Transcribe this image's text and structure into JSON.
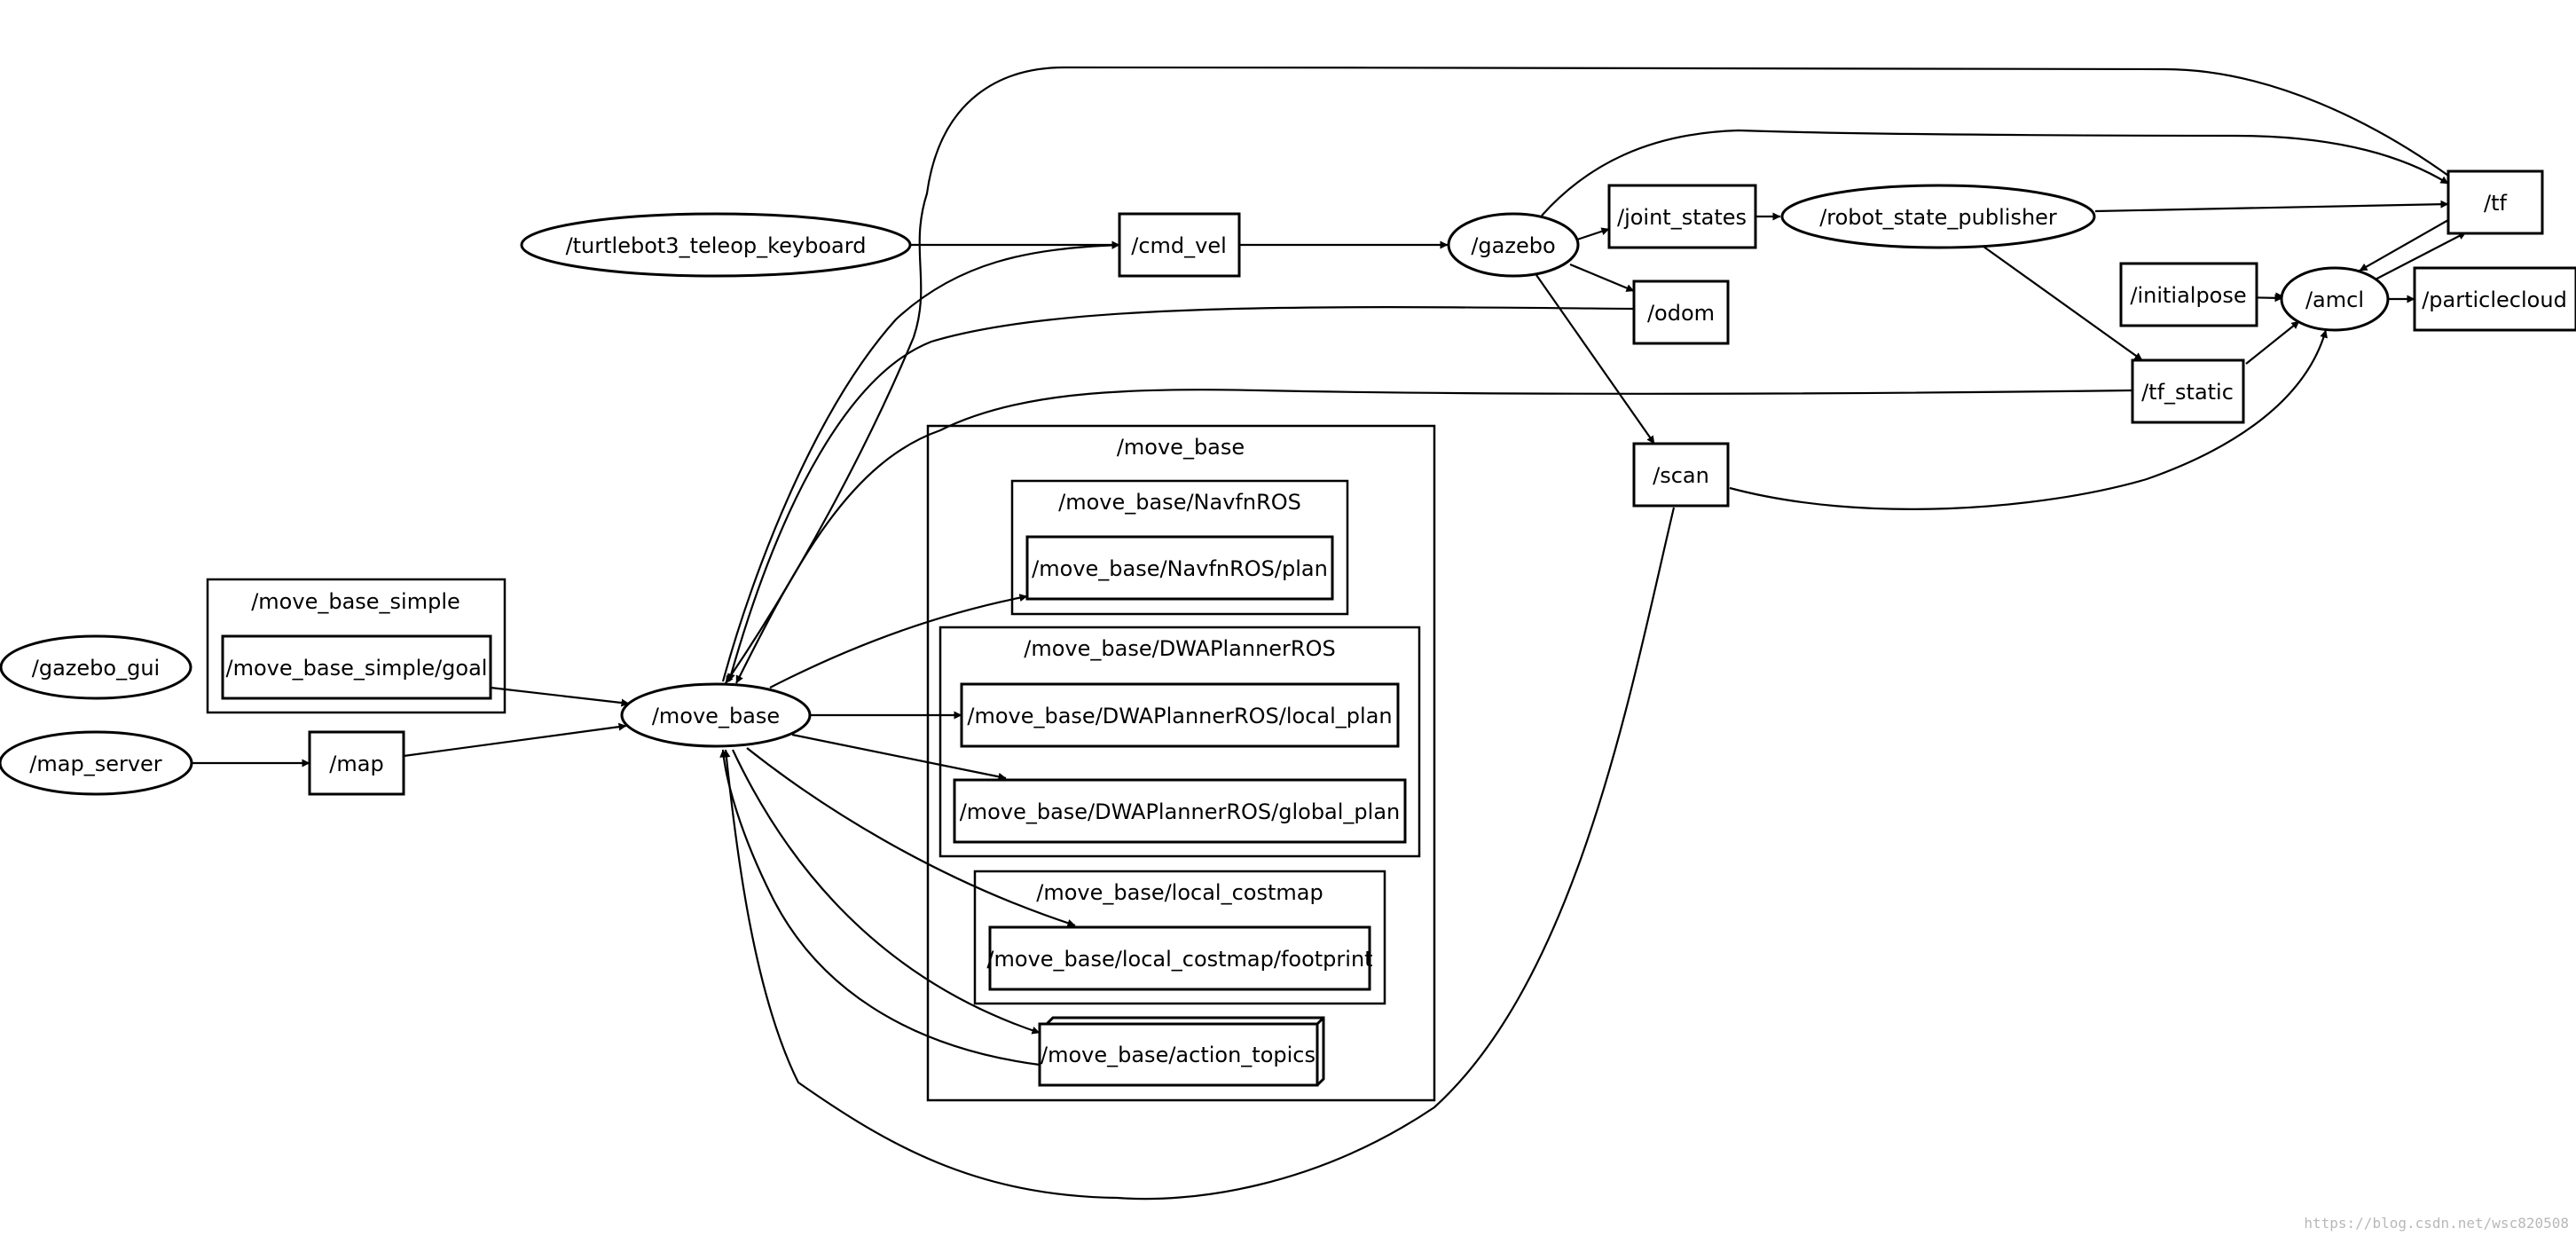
{
  "graph": {
    "nodes": {
      "teleop": "/turtlebot3_teleop_keyboard",
      "cmd_vel": "/cmd_vel",
      "gazebo": "/gazebo",
      "joint_states": "/joint_states",
      "robot_state_publisher": "/robot_state_publisher",
      "tf": "/tf",
      "odom": "/odom",
      "initialpose": "/initialpose",
      "amcl": "/amcl",
      "particlecloud": "/particlecloud",
      "tf_static": "/tf_static",
      "scan": "/scan",
      "gazebo_gui": "/gazebo_gui",
      "map_server": "/map_server",
      "map": "/map",
      "move_base": "/move_base",
      "move_base_simple_goal": "/move_base_simple/goal",
      "navfn_plan": "/move_base/NavfnROS/plan",
      "dwa_local_plan": "/move_base/DWAPlannerROS/local_plan",
      "dwa_global_plan": "/move_base/DWAPlannerROS/global_plan",
      "footprint": "/move_base/local_costmap/footprint",
      "action_topics": "/move_base/action_topics"
    },
    "clusters": {
      "move_base": "/move_base",
      "navfn": "/move_base/NavfnROS",
      "dwa": "/move_base/DWAPlannerROS",
      "local_costmap": "/move_base/local_costmap",
      "move_base_simple": "/move_base_simple"
    },
    "edges": [
      {
        "from": "/turtlebot3_teleop_keyboard",
        "to": "/cmd_vel"
      },
      {
        "from": "/cmd_vel",
        "to": "/gazebo"
      },
      {
        "from": "/gazebo",
        "to": "/joint_states"
      },
      {
        "from": "/gazebo",
        "to": "/odom"
      },
      {
        "from": "/gazebo",
        "to": "/scan"
      },
      {
        "from": "/gazebo",
        "to": "/tf"
      },
      {
        "from": "/joint_states",
        "to": "/robot_state_publisher"
      },
      {
        "from": "/robot_state_publisher",
        "to": "/tf"
      },
      {
        "from": "/robot_state_publisher",
        "to": "/tf_static"
      },
      {
        "from": "/tf",
        "to": "/amcl"
      },
      {
        "from": "/amcl",
        "to": "/tf"
      },
      {
        "from": "/initialpose",
        "to": "/amcl"
      },
      {
        "from": "/amcl",
        "to": "/particlecloud"
      },
      {
        "from": "/tf_static",
        "to": "/amcl"
      },
      {
        "from": "/scan",
        "to": "/amcl"
      },
      {
        "from": "/map_server",
        "to": "/map"
      },
      {
        "from": "/map",
        "to": "/move_base"
      },
      {
        "from": "/move_base_simple/goal",
        "to": "/move_base"
      },
      {
        "from": "/move_base",
        "to": "/cmd_vel"
      },
      {
        "from": "/move_base",
        "to": "/move_base/NavfnROS/plan"
      },
      {
        "from": "/move_base",
        "to": "/move_base/DWAPlannerROS/local_plan"
      },
      {
        "from": "/move_base",
        "to": "/move_base/DWAPlannerROS/global_plan"
      },
      {
        "from": "/move_base",
        "to": "/move_base/local_costmap/footprint"
      },
      {
        "from": "/move_base",
        "to": "/move_base/action_topics"
      },
      {
        "from": "/move_base/action_topics",
        "to": "/move_base"
      },
      {
        "from": "/tf",
        "to": "/move_base"
      },
      {
        "from": "/odom",
        "to": "/move_base"
      },
      {
        "from": "/tf_static",
        "to": "/move_base"
      },
      {
        "from": "/scan",
        "to": "/move_base"
      }
    ]
  },
  "watermark": "https://blog.csdn.net/wsc820508"
}
